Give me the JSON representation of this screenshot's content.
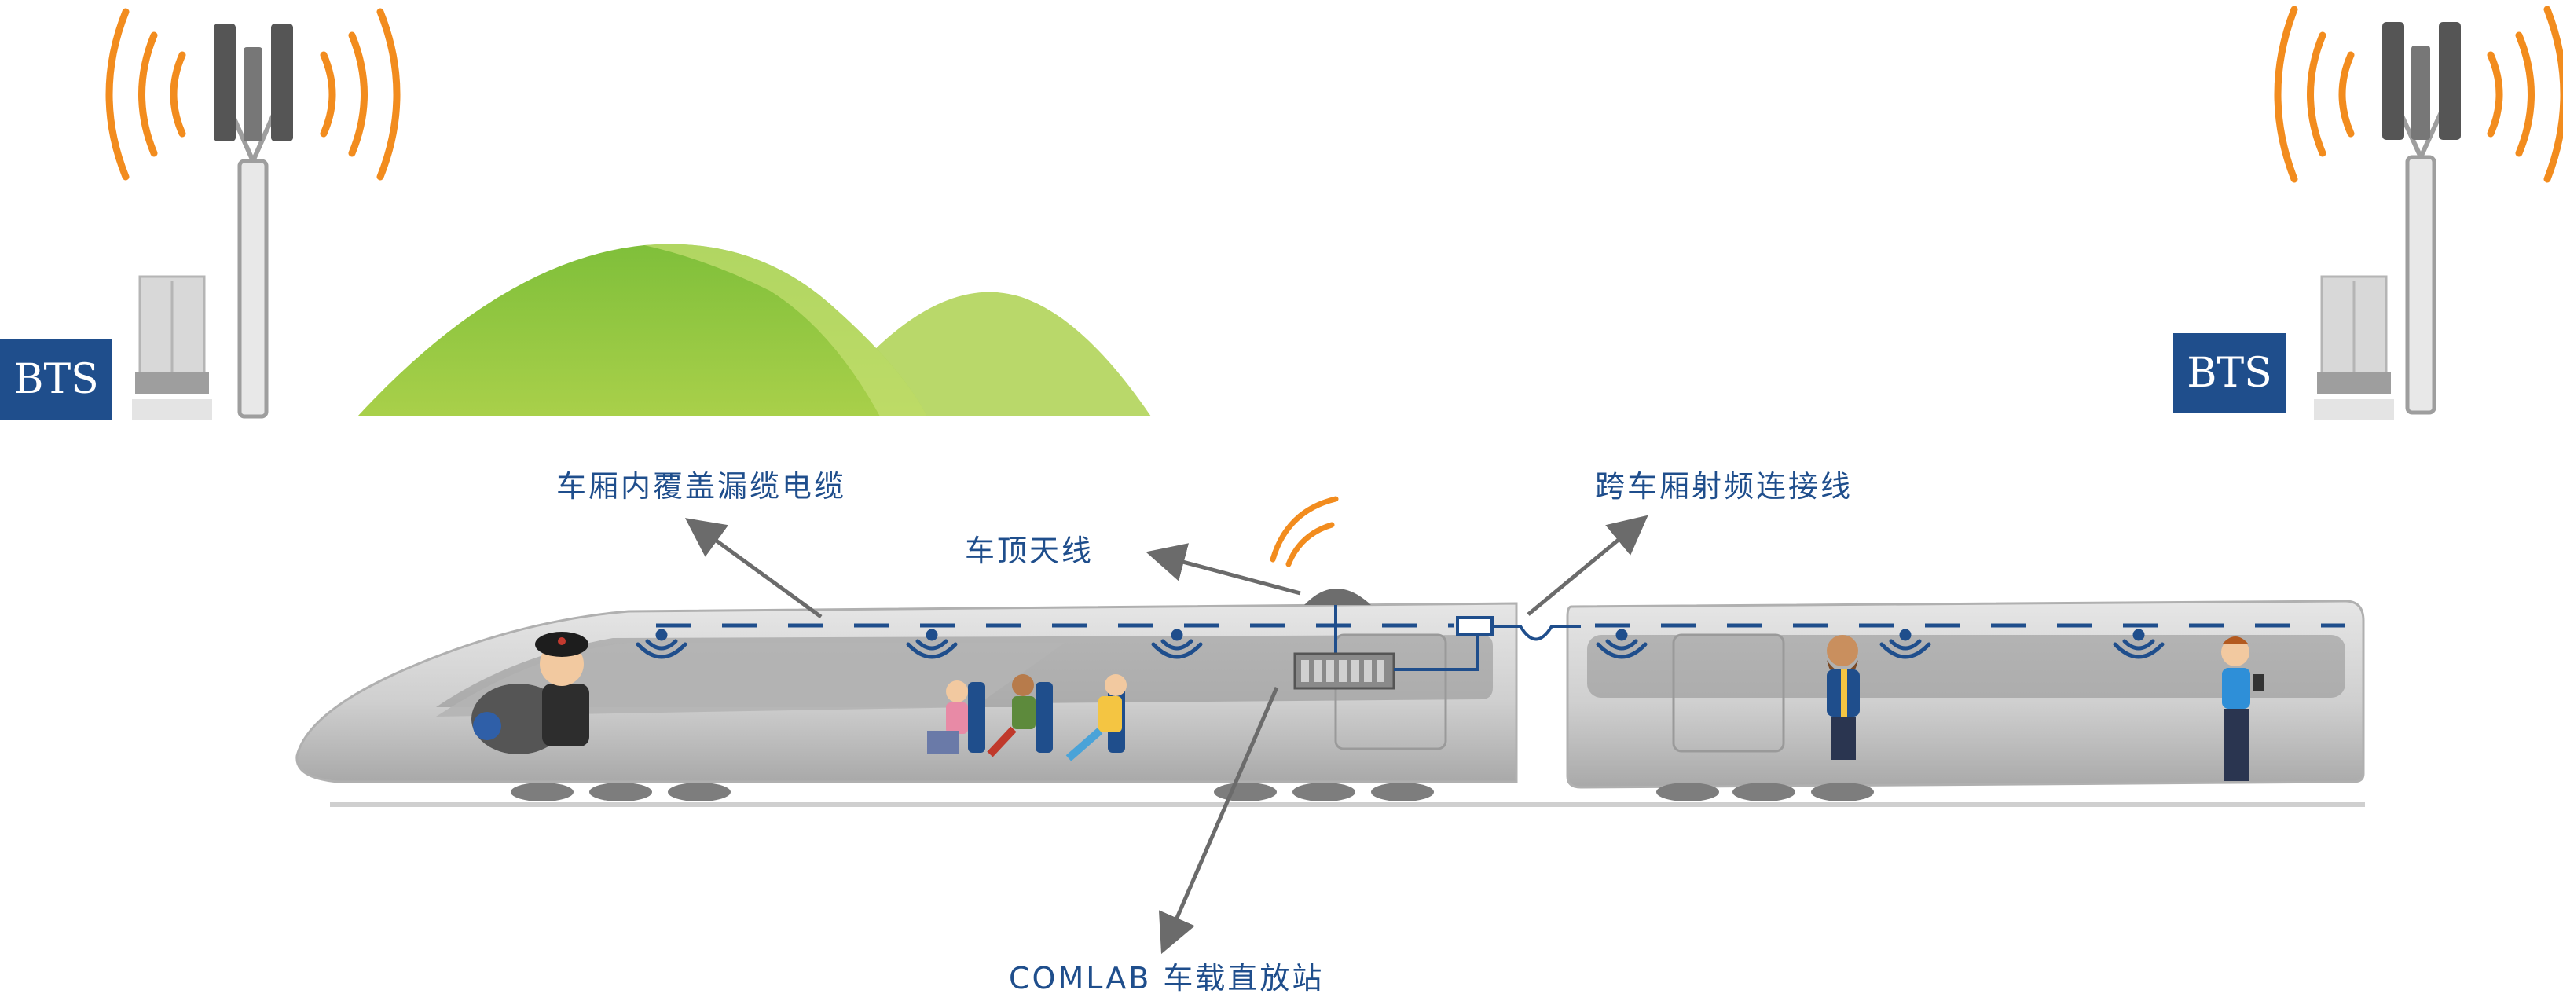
{
  "bts_left": {
    "label": "BTS"
  },
  "bts_right": {
    "label": "BTS"
  },
  "labels": {
    "leaky_cable": "车厢内覆盖漏缆电缆",
    "roof_antenna": "车顶天线",
    "intercar_rf_cable": "跨车厢射频连接线",
    "repeater": "COMLAB 车载直放站"
  },
  "colors": {
    "brand_blue": "#1f4e8c",
    "signal_orange": "#f28c1e",
    "hill_green": "#8cc63f",
    "train_gray": "#c9c9c9"
  }
}
